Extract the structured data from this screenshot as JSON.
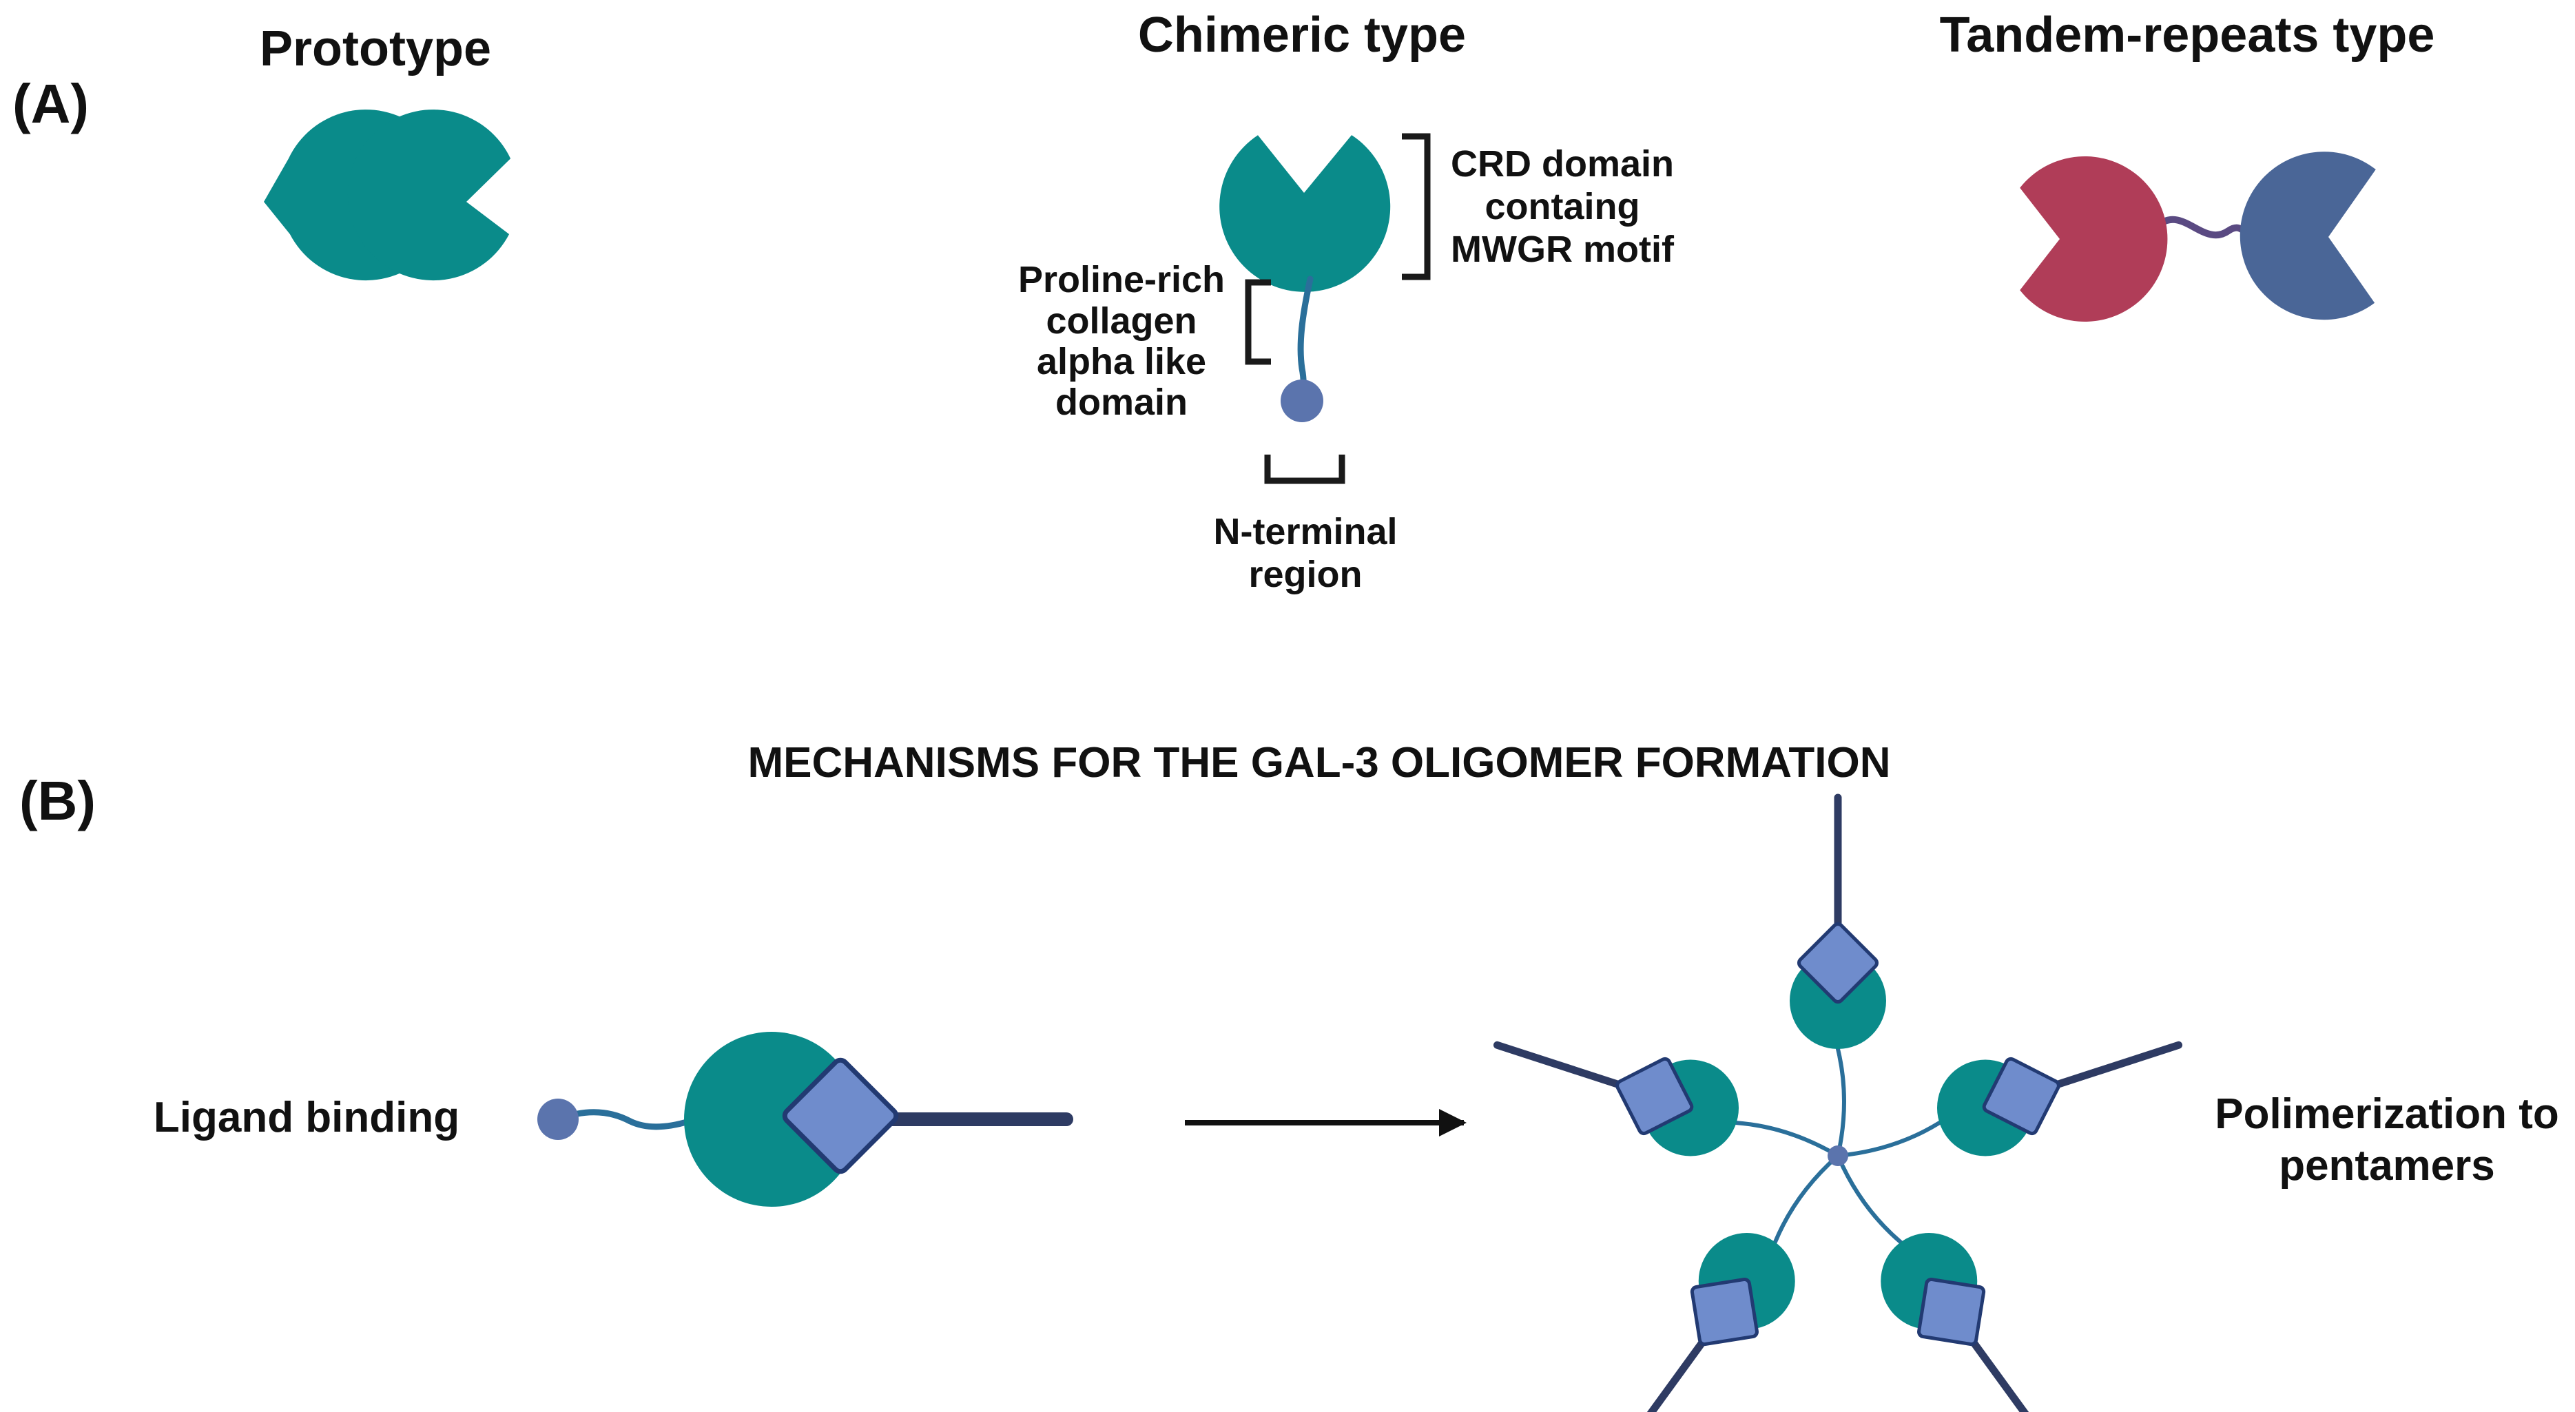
{
  "panel_a": {
    "label": "(A)",
    "prototype": {
      "title": "Prototype"
    },
    "chimeric": {
      "title": "Chimeric type",
      "crd_label": [
        "CRD domain",
        "containg",
        "MWGR motif"
      ],
      "proline_label": [
        "Proline-rich",
        "collagen",
        "alpha like",
        "domain"
      ],
      "nterm_label": [
        "N-terminal",
        "region"
      ]
    },
    "tandem": {
      "title": "Tandem-repeats type"
    }
  },
  "panel_b": {
    "label": "(B)",
    "title": "MECHANISMS FOR THE GAL-3 OLIGOMER FORMATION",
    "ligand_label": "Ligand binding",
    "polymer_label": [
      "Polimerization to",
      "pentamers"
    ],
    "pentamer_units": 5
  },
  "colors": {
    "teal": "#0a8b8a",
    "crimson": "#b03d58",
    "slate_blue": "#4a6697",
    "ligand_blue": "#6f8ccc",
    "ligand_stroke": "#223a72",
    "navy": "#2e3b63",
    "link_blue": "#2a6f9a",
    "nterm_dot": "#5b74ad"
  }
}
